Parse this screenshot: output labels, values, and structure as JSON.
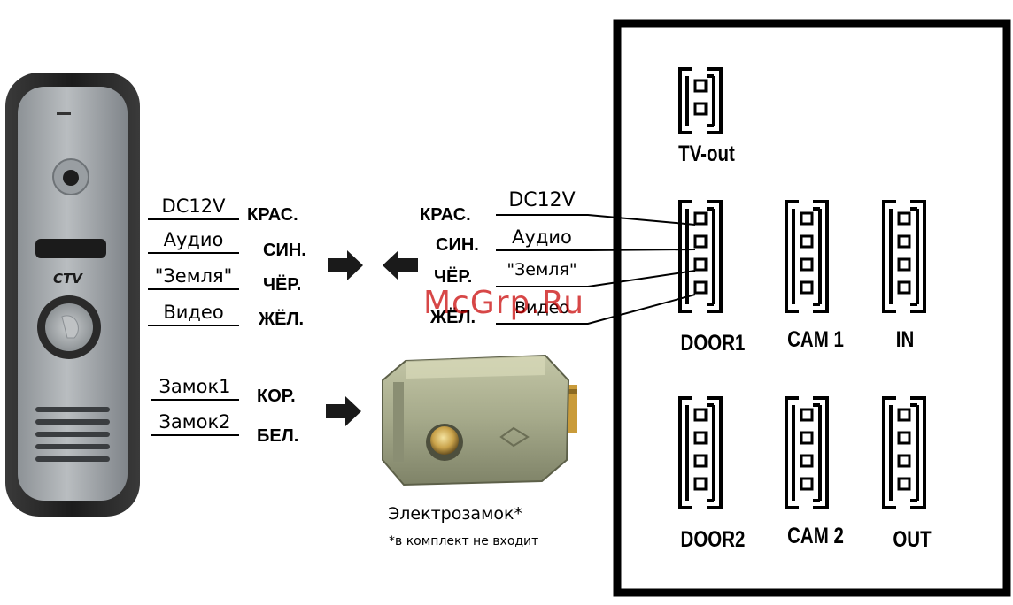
{
  "panel": {
    "brand": "CTV",
    "wires": [
      {
        "signal": "DC12V",
        "color": "КРАС."
      },
      {
        "signal": "Аудио",
        "color": "СИН."
      },
      {
        "signal": "\"Земля\"",
        "color": "ЧЁР."
      },
      {
        "signal": "Видео",
        "color": "ЖЁЛ."
      }
    ],
    "lock_wires": [
      {
        "signal": "Замок1",
        "color": "КОР."
      },
      {
        "signal": "Замок2",
        "color": "БЕЛ."
      }
    ]
  },
  "monitor_wires": [
    {
      "signal": "DC12V",
      "color": "КРАС."
    },
    {
      "signal": "Аудио",
      "color": "СИН."
    },
    {
      "signal": "\"Земля\"",
      "color": "ЧЁР."
    },
    {
      "signal": "Видео",
      "color": "ЖЁЛ."
    }
  ],
  "lock": {
    "title": "Электрозамок*",
    "note": "*в комплект не входит"
  },
  "monitor": {
    "connectors": {
      "tv_out": "TV-out",
      "door1": "DOOR1",
      "cam1": "CAM 1",
      "in": "IN",
      "door2": "DOOR2",
      "cam2": "CAM 2",
      "out": "OUT"
    }
  },
  "watermark": "McGrp.Ru"
}
